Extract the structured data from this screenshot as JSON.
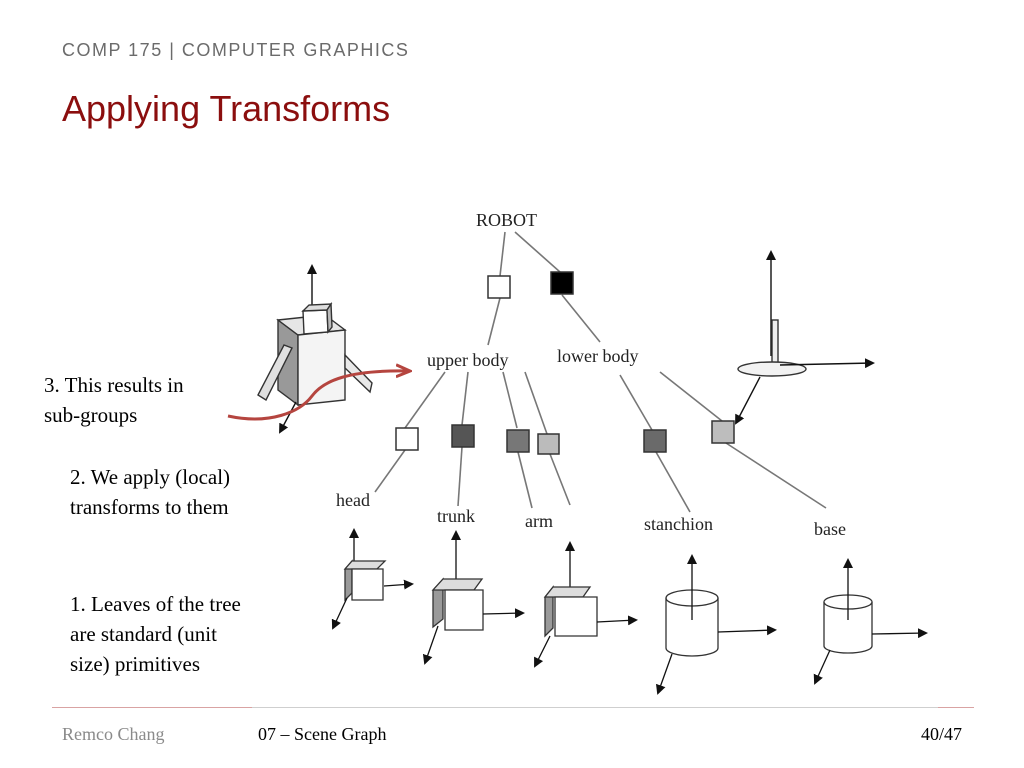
{
  "header": {
    "course": "COMP 175 | COMPUTER GRAPHICS",
    "title": "Applying Transforms"
  },
  "annotations": {
    "note1": "3. This results in\nsub-groups",
    "note2": "2. We apply (local)\ntransforms to them",
    "note3": "1. Leaves of the tree\nare standard (unit\nsize) primitives"
  },
  "diagram": {
    "root": "ROBOT",
    "groups": [
      "upper body",
      "lower body"
    ],
    "leaves": [
      "head",
      "trunk",
      "arm",
      "stanchion",
      "base"
    ]
  },
  "footer": {
    "author": "Remco Chang",
    "lecture": "07 – Scene Graph",
    "page": "40/47"
  },
  "colors": {
    "title": "#8b0e0e",
    "curve_arrow": "#b5453f"
  }
}
